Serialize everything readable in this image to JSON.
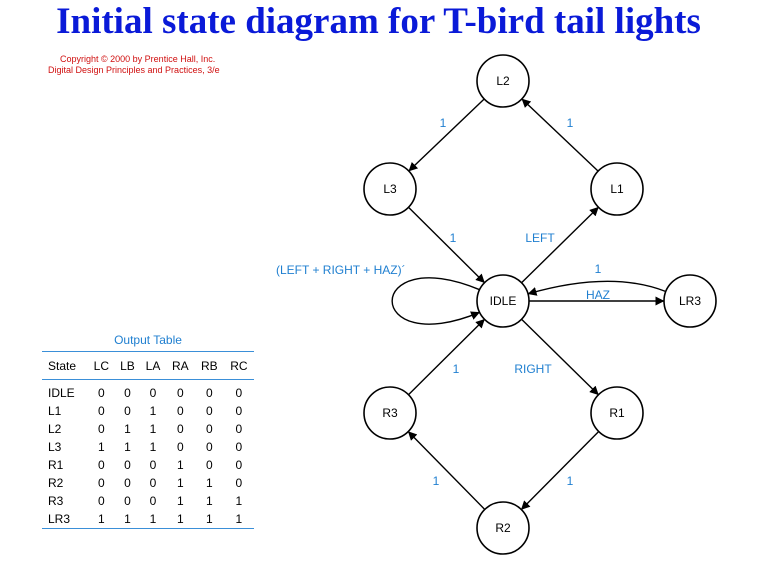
{
  "title": "Initial state diagram for T-bird tail lights",
  "copyright": {
    "line1": "Copyright © 2000 by Prentice Hall, Inc.",
    "line2": "Digital Design Principles and Practices, 3/e"
  },
  "diagram": {
    "states": [
      {
        "id": "L2",
        "label": "L2"
      },
      {
        "id": "L3",
        "label": "L3"
      },
      {
        "id": "L1",
        "label": "L1"
      },
      {
        "id": "IDLE",
        "label": "IDLE"
      },
      {
        "id": "LR3",
        "label": "LR3"
      },
      {
        "id": "R3",
        "label": "R3"
      },
      {
        "id": "R1",
        "label": "R1"
      },
      {
        "id": "R2",
        "label": "R2"
      }
    ],
    "transitions": [
      {
        "from": "L2",
        "to": "L3",
        "label": "1"
      },
      {
        "from": "L1",
        "to": "L2",
        "label": "1"
      },
      {
        "from": "L3",
        "to": "IDLE",
        "label": "1"
      },
      {
        "from": "IDLE",
        "to": "L1",
        "label": "LEFT"
      },
      {
        "from": "IDLE",
        "to": "IDLE",
        "label": "(LEFT + RIGHT + HAZ)´"
      },
      {
        "from": "LR3",
        "to": "IDLE",
        "label": "1"
      },
      {
        "from": "IDLE",
        "to": "LR3",
        "label": "HAZ"
      },
      {
        "from": "R3",
        "to": "IDLE",
        "label": "1"
      },
      {
        "from": "IDLE",
        "to": "R1",
        "label": "RIGHT"
      },
      {
        "from": "R2",
        "to": "R3",
        "label": "1"
      },
      {
        "from": "R1",
        "to": "R2",
        "label": "1"
      }
    ]
  },
  "output_table": {
    "title": "Output Table",
    "headers": [
      "State",
      "LC",
      "LB",
      "LA",
      "RA",
      "RB",
      "RC"
    ],
    "rows": [
      [
        "IDLE",
        "0",
        "0",
        "0",
        "0",
        "0",
        "0"
      ],
      [
        "L1",
        "0",
        "0",
        "1",
        "0",
        "0",
        "0"
      ],
      [
        "L2",
        "0",
        "1",
        "1",
        "0",
        "0",
        "0"
      ],
      [
        "L3",
        "1",
        "1",
        "1",
        "0",
        "0",
        "0"
      ],
      [
        "R1",
        "0",
        "0",
        "0",
        "1",
        "0",
        "0"
      ],
      [
        "R2",
        "0",
        "0",
        "0",
        "1",
        "1",
        "0"
      ],
      [
        "R3",
        "0",
        "0",
        "0",
        "1",
        "1",
        "1"
      ],
      [
        "LR3",
        "1",
        "1",
        "1",
        "1",
        "1",
        "1"
      ]
    ]
  }
}
